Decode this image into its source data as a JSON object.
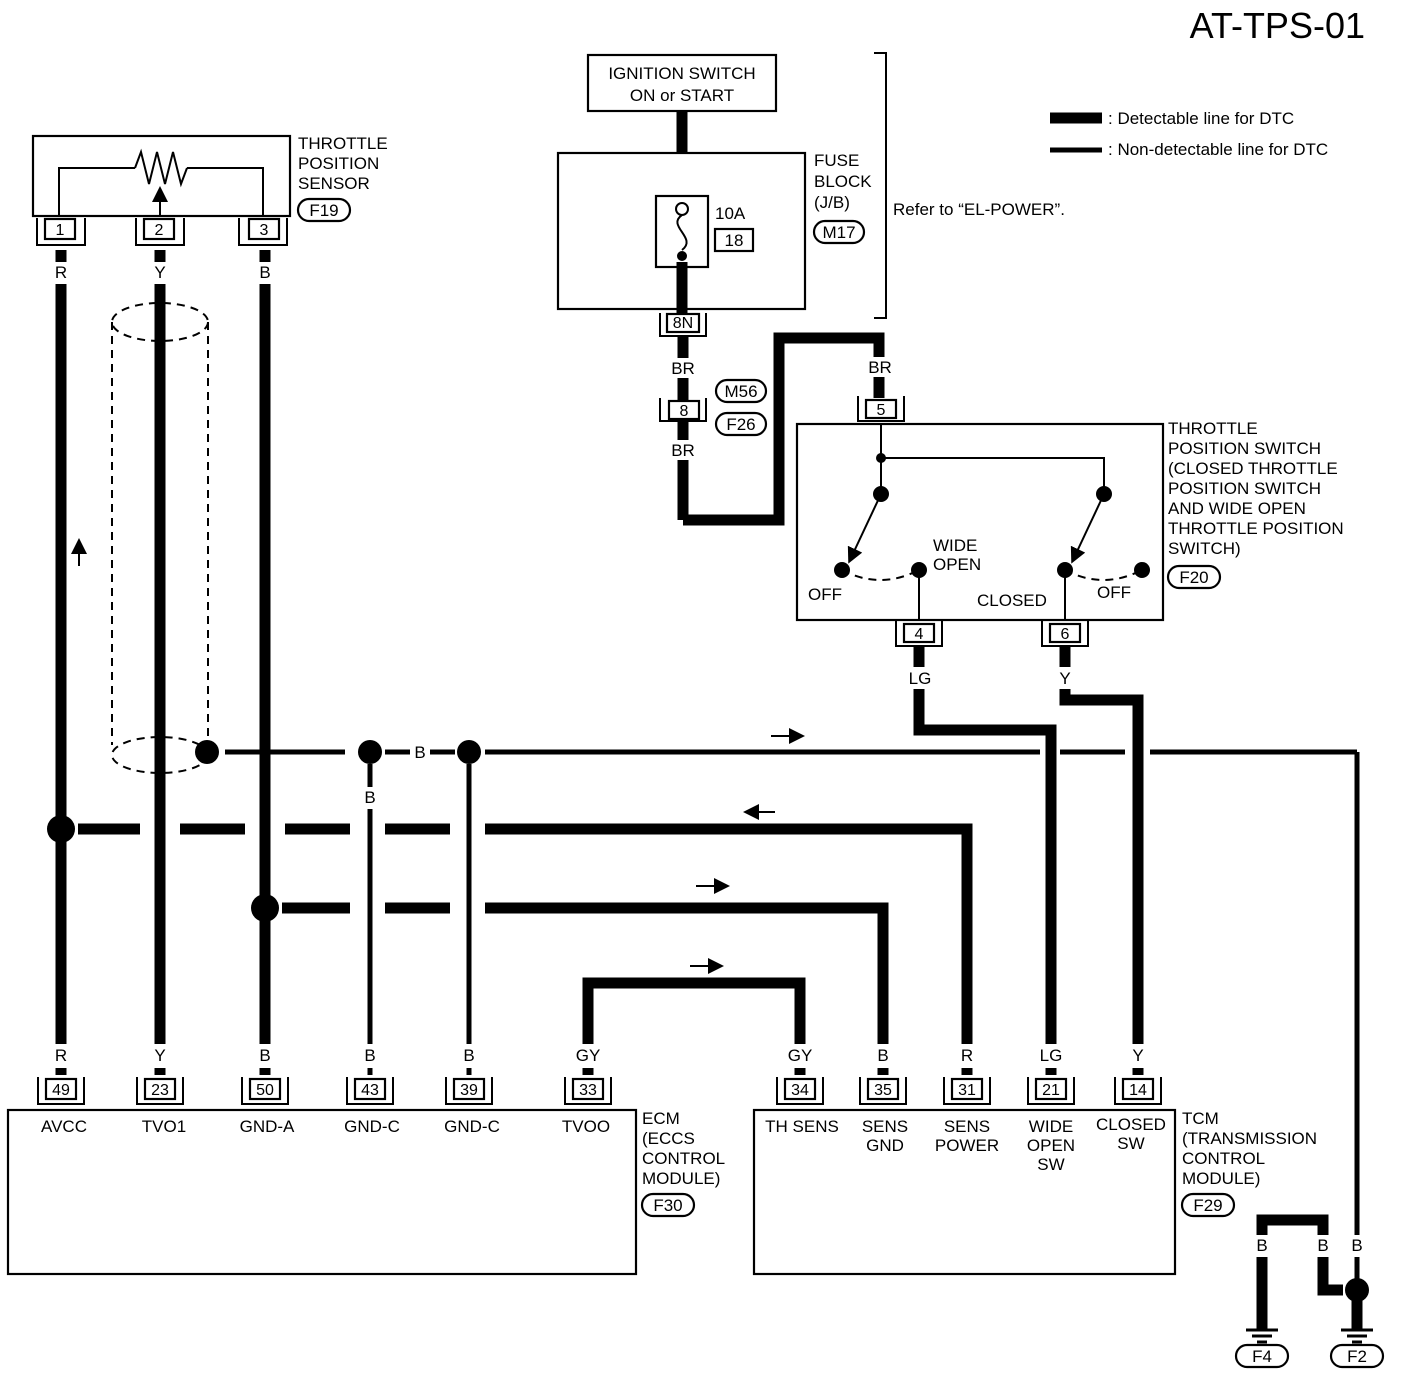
{
  "title": "AT-TPS-01",
  "legend": {
    "detectable": ": Detectable line for DTC",
    "non_detectable": ": Non-detectable line for DTC"
  },
  "ignition_switch": [
    "IGNITION SWITCH",
    "ON or START"
  ],
  "fuse_block": {
    "label": [
      "FUSE",
      "BLOCK",
      "(J/B)"
    ],
    "connector": "M17",
    "fuse_rating": "10A",
    "fuse_number": "18",
    "terminal": "8N"
  },
  "refer_note": "Refer to “EL-POWER”.",
  "throttle_position_sensor": {
    "label": [
      "THROTTLE",
      "POSITION",
      "SENSOR"
    ],
    "connector": "F19",
    "pins": [
      "1",
      "2",
      "3"
    ],
    "wire_colors": [
      "R",
      "Y",
      "B"
    ]
  },
  "joint_connector": {
    "pin": "8",
    "tags": [
      "M56",
      "F26"
    ],
    "wire_above": "BR",
    "wire_below": "BR"
  },
  "throttle_position_switch": {
    "label": [
      "THROTTLE",
      "POSITION SWITCH",
      "(CLOSED THROTTLE",
      "POSITION SWITCH",
      "AND WIDE OPEN",
      "THROTTLE POSITION",
      "SWITCH)"
    ],
    "connector": "F20",
    "input_pin": "5",
    "input_wire": "BR",
    "positions": {
      "off_left": "OFF",
      "wide_open": [
        "WIDE",
        "OPEN"
      ],
      "closed": "CLOSED",
      "off_right": "OFF"
    },
    "output_pins": [
      "4",
      "6"
    ],
    "output_wires": [
      "LG",
      "Y"
    ]
  },
  "ground_bus_label": "B",
  "ground_drop_label": "B",
  "ecm": {
    "label": [
      "ECM",
      "(ECCS",
      "CONTROL",
      "MODULE)"
    ],
    "connector": "F30",
    "terminals": [
      {
        "pin": "49",
        "name": "AVCC",
        "wire": "R"
      },
      {
        "pin": "23",
        "name": "TVO1",
        "wire": "Y"
      },
      {
        "pin": "50",
        "name": "GND-A",
        "wire": "B"
      },
      {
        "pin": "43",
        "name": "GND-C",
        "wire": "B"
      },
      {
        "pin": "39",
        "name": "GND-C",
        "wire": "B"
      },
      {
        "pin": "33",
        "name": "TVOO",
        "wire": "GY"
      }
    ]
  },
  "tcm": {
    "label": [
      "TCM",
      "(TRANSMISSION",
      "CONTROL",
      "MODULE)"
    ],
    "connector": "F29",
    "terminals": [
      {
        "pin": "34",
        "name": [
          "TH SENS"
        ],
        "wire": "GY"
      },
      {
        "pin": "35",
        "name": [
          "SENS",
          "GND"
        ],
        "wire": "B"
      },
      {
        "pin": "31",
        "name": [
          "SENS",
          "POWER"
        ],
        "wire": "R"
      },
      {
        "pin": "21",
        "name": [
          "WIDE",
          "OPEN",
          "SW"
        ],
        "wire": "LG"
      },
      {
        "pin": "14",
        "name": [
          "CLOSED",
          "SW"
        ],
        "wire": "Y"
      }
    ]
  },
  "grounds": [
    {
      "tag": "F4",
      "wire": "B"
    },
    {
      "tag": "F2",
      "wire": "B"
    },
    {
      "tag": "",
      "wire": "B"
    }
  ]
}
